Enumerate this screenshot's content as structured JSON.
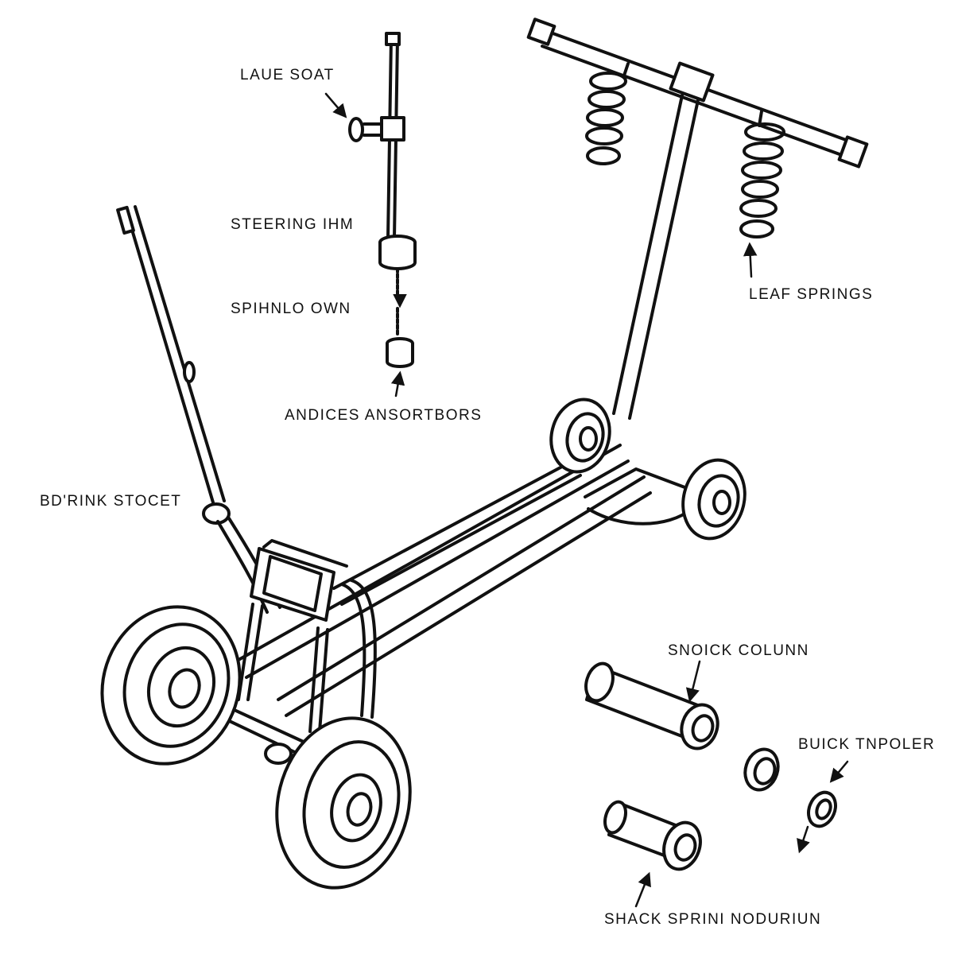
{
  "labels": {
    "lave_soat": "LAUE SOAT",
    "steering_arm": "STEERING IHM",
    "spring_own": "SPIHNLO OWN",
    "absorbers": "ANDICES ANSORTBORS",
    "leaf_springs": "LEAF SPRINGS",
    "drink_stocet": "BD'RINK STOCET",
    "snoick_column": "SNOICK COLUNN",
    "buick_tipoler": "BUICK TNPOLER",
    "shack_spring": "SHACK SPRINI NODURIUN"
  },
  "colors": {
    "ink": "#111111",
    "paper": "#ffffff"
  }
}
